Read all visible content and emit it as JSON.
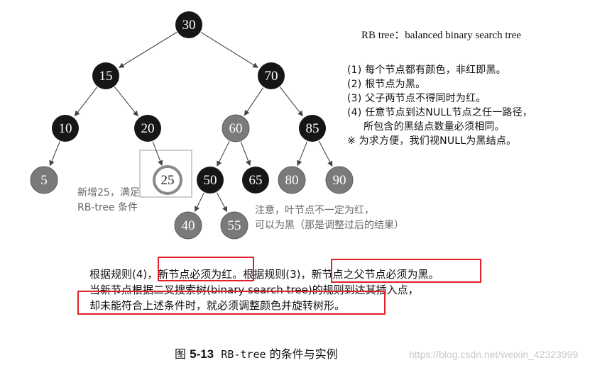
{
  "tree": {
    "nodes": [
      {
        "id": "n30",
        "label": "30",
        "color": "black"
      },
      {
        "id": "n15",
        "label": "15",
        "color": "black"
      },
      {
        "id": "n70",
        "label": "70",
        "color": "black"
      },
      {
        "id": "n10",
        "label": "10",
        "color": "black"
      },
      {
        "id": "n20",
        "label": "20",
        "color": "black"
      },
      {
        "id": "n60",
        "label": "60",
        "color": "red"
      },
      {
        "id": "n85",
        "label": "85",
        "color": "black"
      },
      {
        "id": "n5",
        "label": "5",
        "color": "red"
      },
      {
        "id": "n25",
        "label": "25",
        "color": "new"
      },
      {
        "id": "n50",
        "label": "50",
        "color": "black"
      },
      {
        "id": "n65",
        "label": "65",
        "color": "black"
      },
      {
        "id": "n80",
        "label": "80",
        "color": "red"
      },
      {
        "id": "n90",
        "label": "90",
        "color": "red"
      },
      {
        "id": "n40",
        "label": "40",
        "color": "red"
      },
      {
        "id": "n55",
        "label": "55",
        "color": "red"
      }
    ],
    "edges": [
      [
        "n30",
        "n15"
      ],
      [
        "n30",
        "n70"
      ],
      [
        "n15",
        "n10"
      ],
      [
        "n15",
        "n20"
      ],
      [
        "n70",
        "n60"
      ],
      [
        "n70",
        "n85"
      ],
      [
        "n10",
        "n5"
      ],
      [
        "n20",
        "n25"
      ],
      [
        "n60",
        "n50"
      ],
      [
        "n60",
        "n65"
      ],
      [
        "n85",
        "n80"
      ],
      [
        "n85",
        "n90"
      ],
      [
        "n50",
        "n40"
      ],
      [
        "n50",
        "n55"
      ]
    ],
    "colors": {
      "black": "#161616",
      "red": "#7a7a7a",
      "new_fill": "#ffffff",
      "new_ring": "#8a8a8a"
    }
  },
  "rules_title": "RB tree：balanced binary search tree",
  "rules": [
    "(1) 每个节点都有颜色，非红即黑。",
    "(2) 根节点为黑。",
    "(3) 父子两节点不得同时为红。",
    "(4) 任意节点到达NULL节点之任一路径，",
    "所包含的黑结点数量必须相同。",
    "※ 为求方便，我们视NULL为黑结点。"
  ],
  "notes": {
    "new_node": [
      "新增25，满足",
      "RB-tree 条件"
    ],
    "leaf": [
      "注意，叶节点不一定为红，",
      "可以为黑（那是调整过后的结果）"
    ]
  },
  "bottom": {
    "line1_a": "根据规则(4)，",
    "line1_b": "新节点必须为红",
    "line1_c": "。根据规则(3)，",
    "line1_d": "新节点之父节点必须为黑。",
    "line2": "当新节点根据二叉搜索树(binary search tree)的规则到达其插入点，",
    "line3": "却未能符合上述条件时，就必须调整颜色并旋转树形。",
    "highlight_color": "#e0202a"
  },
  "caption": {
    "prefix": "图",
    "number": "5-13",
    "code": "RB-tree",
    "suffix": "的条件与实例"
  },
  "watermark": "https://blog.csdn.net/weixin_42323999"
}
